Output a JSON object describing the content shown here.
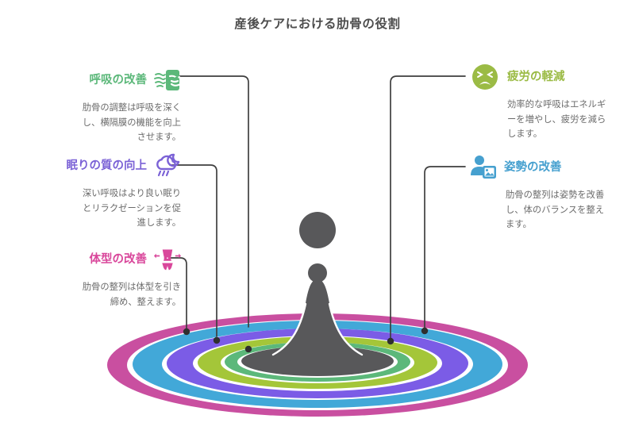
{
  "title": "産後ケアにおける肋骨の役割",
  "colors": {
    "heading_green": "#5cb87a",
    "heading_purple": "#7b62d6",
    "heading_pink": "#d9479b",
    "heading_olive": "#9bbb45",
    "heading_blue": "#46a0cf",
    "body_text": "#6b6b6b",
    "title_text": "#4d4d4d",
    "splash_gray": "#58585a",
    "connector": "#3f3f3f",
    "ring_magenta": "#c94fa0",
    "ring_blue": "#42a8d8",
    "ring_purple": "#7b5ce6",
    "ring_yellowgreen": "#a4c639",
    "ring_green": "#5cb87a"
  },
  "items": [
    {
      "id": "breathing",
      "side": "left",
      "icon": "breathing-face-icon",
      "heading": "呼吸の改善",
      "body": "肋骨の調整は呼吸を深くし、横隔膜の機能を向上させます。",
      "color": "#5cb87a"
    },
    {
      "id": "sleep",
      "side": "left",
      "icon": "night-cloud-moon-rain-icon",
      "heading": "眠りの質の向上",
      "body": "深い呼吸はより良い眠りとリラクゼーションを促進します。",
      "color": "#7b62d6"
    },
    {
      "id": "body",
      "side": "left",
      "icon": "waist-slimming-icon",
      "heading": "体型の改善",
      "body": "肋骨の整列は体型を引き締め、整えます。",
      "color": "#d9479b"
    },
    {
      "id": "fatigue",
      "side": "right",
      "icon": "tired-face-icon",
      "heading": "疲労の軽減",
      "body": "効率的な呼吸はエネルギーを増やし、疲労を減らします。",
      "color": "#9bbb45"
    },
    {
      "id": "posture",
      "side": "right",
      "icon": "person-photo-icon",
      "heading": "姿勢の改善",
      "body": "肋骨の整列は姿勢を改善し、体のバランスを整えます。",
      "color": "#46a0cf"
    }
  ],
  "ripple": {
    "description": "concentric water ripple rings with central splash droplet",
    "rings": [
      "#c94fa0",
      "#42a8d8",
      "#7b5ce6",
      "#a4c639",
      "#5cb87a"
    ],
    "droplets": 2,
    "splash_color": "#58585a"
  }
}
